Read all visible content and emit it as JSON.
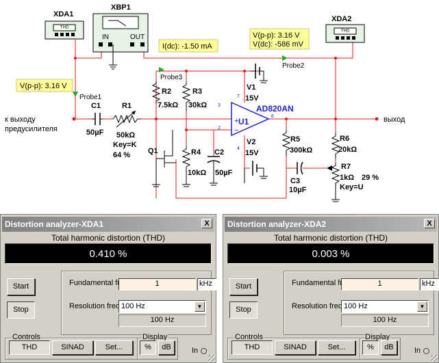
{
  "schematic": {
    "xda1": "XDA1",
    "xbp1": "XBP1",
    "xda2": "XDA2",
    "thd_badge": "THD",
    "xbp_in": "IN",
    "xbp_out": "OUT",
    "probe1_label": "Probe1",
    "probe1_value": "V(p-p): 3.16 V",
    "probe2_label": "Probe2",
    "probe2_value1": "V(p-p): 3.16 V",
    "probe2_value2": "V(dc): -586 mV",
    "probe3_label": "Probe3",
    "probe3_value": "I(dc): -1.50 mA",
    "input_label_1": "к выходу",
    "input_label_2": "предусилителя",
    "output_label": "выход",
    "c1_name": "C1",
    "c1_value": "50µF",
    "r1_name": "R1",
    "r1_value": "50kΩ",
    "r1_key": "Key=K",
    "r1_pct": "64 %",
    "r2_name": "R2",
    "r2_value": "7.5kΩ",
    "r3_name": "R3",
    "r3_value": "30kΩ",
    "r4_name": "R4",
    "r4_value": "10kΩ",
    "c2_name": "C2",
    "c2_value": "50µF",
    "q1_name": "Q1",
    "v1_name": "V1",
    "v1_value": "15V",
    "v2_name": "V2",
    "v2_value": "15V",
    "u1_name": "U1",
    "u1_part": "AD820AN",
    "r5_name": "R5",
    "r5_value": "300kΩ",
    "c3_name": "C3",
    "c3_value": "10µF",
    "r6_name": "R6",
    "r6_value": "20kΩ",
    "r7_name": "R7",
    "r7_value": "1kΩ",
    "r7_pct": "29 %",
    "r7_key": "Key=U",
    "pin3": "3",
    "pin2": "2",
    "pin6": "6",
    "pin7": "7",
    "pin4": "4",
    "plus": "+",
    "minus": "−",
    "colors": {
      "wire": "#e0191e",
      "label_blue": "#1f1fd0",
      "probe": "#22aa22",
      "probe_box": "#ffff99"
    }
  },
  "xda1_panel": {
    "title": "Distortion analyzer-XDA1",
    "close": "X",
    "thd_label": "Total harmonic distortion (THD)",
    "thd_value": "0.410 %",
    "start": "Start",
    "stop": "Stop",
    "fund_label": "Fundamental freq.",
    "fund_value": "1",
    "fund_unit": "kHz",
    "res_label": "Resolution freq.",
    "res_value": "100 Hz",
    "res_readout": "100 Hz",
    "controls_label": "Controls",
    "thd_btn": "THD",
    "sinad_btn": "SINAD",
    "set_btn": "Set...",
    "display_label": "Display",
    "pct_btn": "%",
    "db_btn": "dB",
    "in_label": "In"
  },
  "xda2_panel": {
    "title": "Distortion analyzer-XDA2",
    "close": "X",
    "thd_label": "Total harmonic distortion (THD)",
    "thd_value": "0.003 %",
    "start": "Start",
    "stop": "Stop",
    "fund_label": "Fundamental freq.",
    "fund_value": "1",
    "fund_unit": "kHz",
    "res_label": "Resolution freq.",
    "res_value": "100 Hz",
    "res_readout": "100 Hz",
    "controls_label": "Controls",
    "thd_btn": "THD",
    "sinad_btn": "SINAD",
    "set_btn": "Set...",
    "display_label": "Display",
    "pct_btn": "%",
    "db_btn": "dB",
    "in_label": "In"
  }
}
